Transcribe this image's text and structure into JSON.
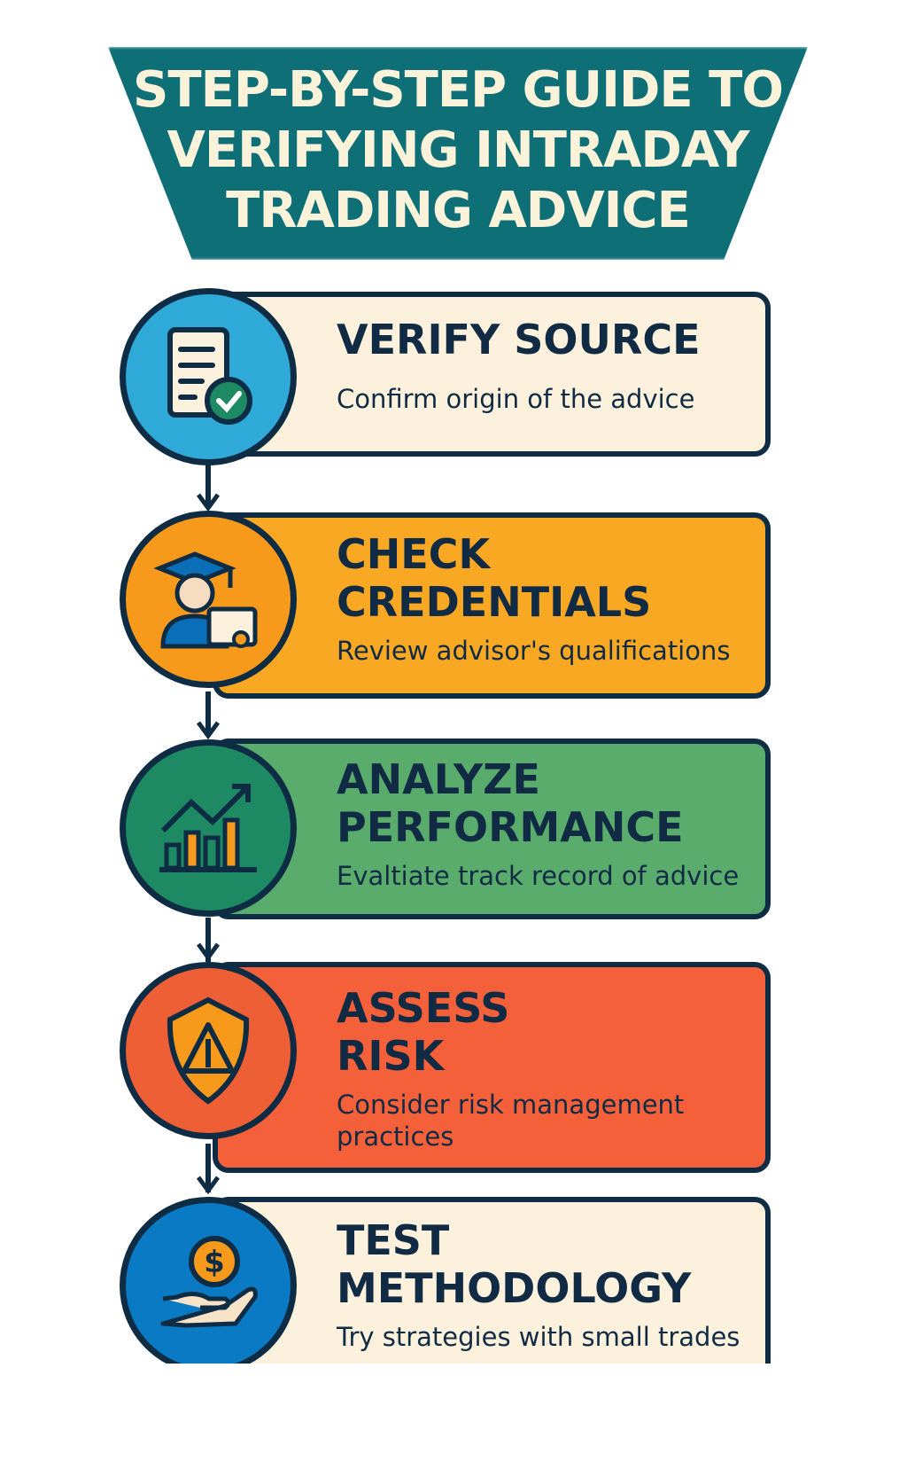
{
  "title": {
    "line1": "STEP-BY-STEP GUIDE TO",
    "line2": "VERIFYING INTRADAY",
    "line3": "TRADING ADVICE"
  },
  "steps": [
    {
      "heading": "VERIFY SOURCE",
      "description": "Confirm origin of the advice",
      "icon": "document-check-icon",
      "color": "#2faad8",
      "card_color": "#fcf1dc"
    },
    {
      "heading_line1": "CHECK",
      "heading_line2": "CREDENTIALS",
      "description": "Review advisor's qualifications",
      "icon": "graduate-certificate-icon",
      "color": "#f79a1c",
      "card_color": "#f9a823"
    },
    {
      "heading_line1": "ANALYZE",
      "heading_line2": "PERFORMANCE",
      "description": "Evaltiate track record of advice",
      "icon": "bar-chart-trend-icon",
      "color": "#1e8a64",
      "card_color": "#5aac6c"
    },
    {
      "heading_line1": "ASSESS",
      "heading_line2": "RISK",
      "description": "Consider risk management practices",
      "icon": "shield-warning-icon",
      "color": "#ef5f36",
      "card_color": "#f4603a"
    },
    {
      "heading_line1": "TEST",
      "heading_line2": "METHODOLOGY",
      "description": "Try strategies with small trades",
      "icon": "hand-coin-icon",
      "color": "#0a7ac4",
      "card_color": "#fcf1dc"
    }
  ]
}
